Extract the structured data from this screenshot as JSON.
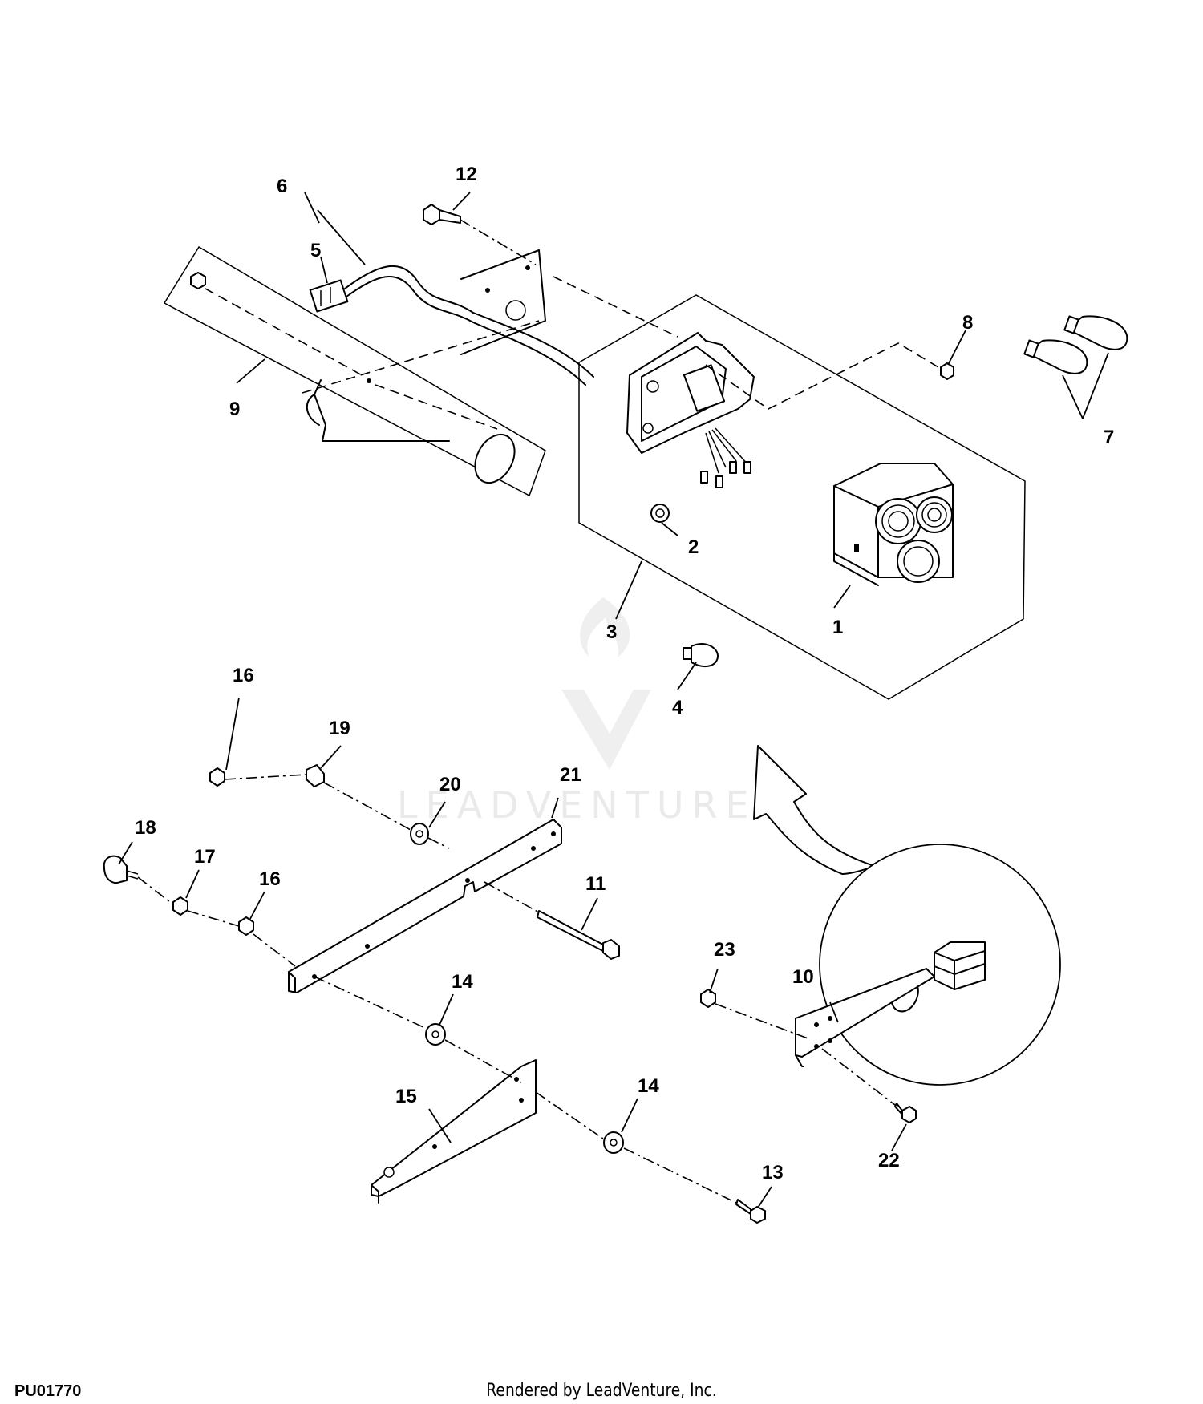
{
  "diagram": {
    "callouts": {
      "c1": "1",
      "c2": "2",
      "c3": "3",
      "c4": "4",
      "c5": "5",
      "c6": "6",
      "c7": "7",
      "c8": "8",
      "c9": "9",
      "c10": "10",
      "c11": "11",
      "c12": "12",
      "c13": "13",
      "c14a": "14",
      "c14b": "14",
      "c15": "15",
      "c16a": "16",
      "c16b": "16",
      "c17": "17",
      "c18": "18",
      "c19": "19",
      "c20": "20",
      "c21": "21",
      "c22": "22",
      "c23": "23"
    },
    "watermark": "LEADVENTURE",
    "figure_code": "PU01770",
    "credit": "Rendered by LeadVenture, Inc."
  }
}
